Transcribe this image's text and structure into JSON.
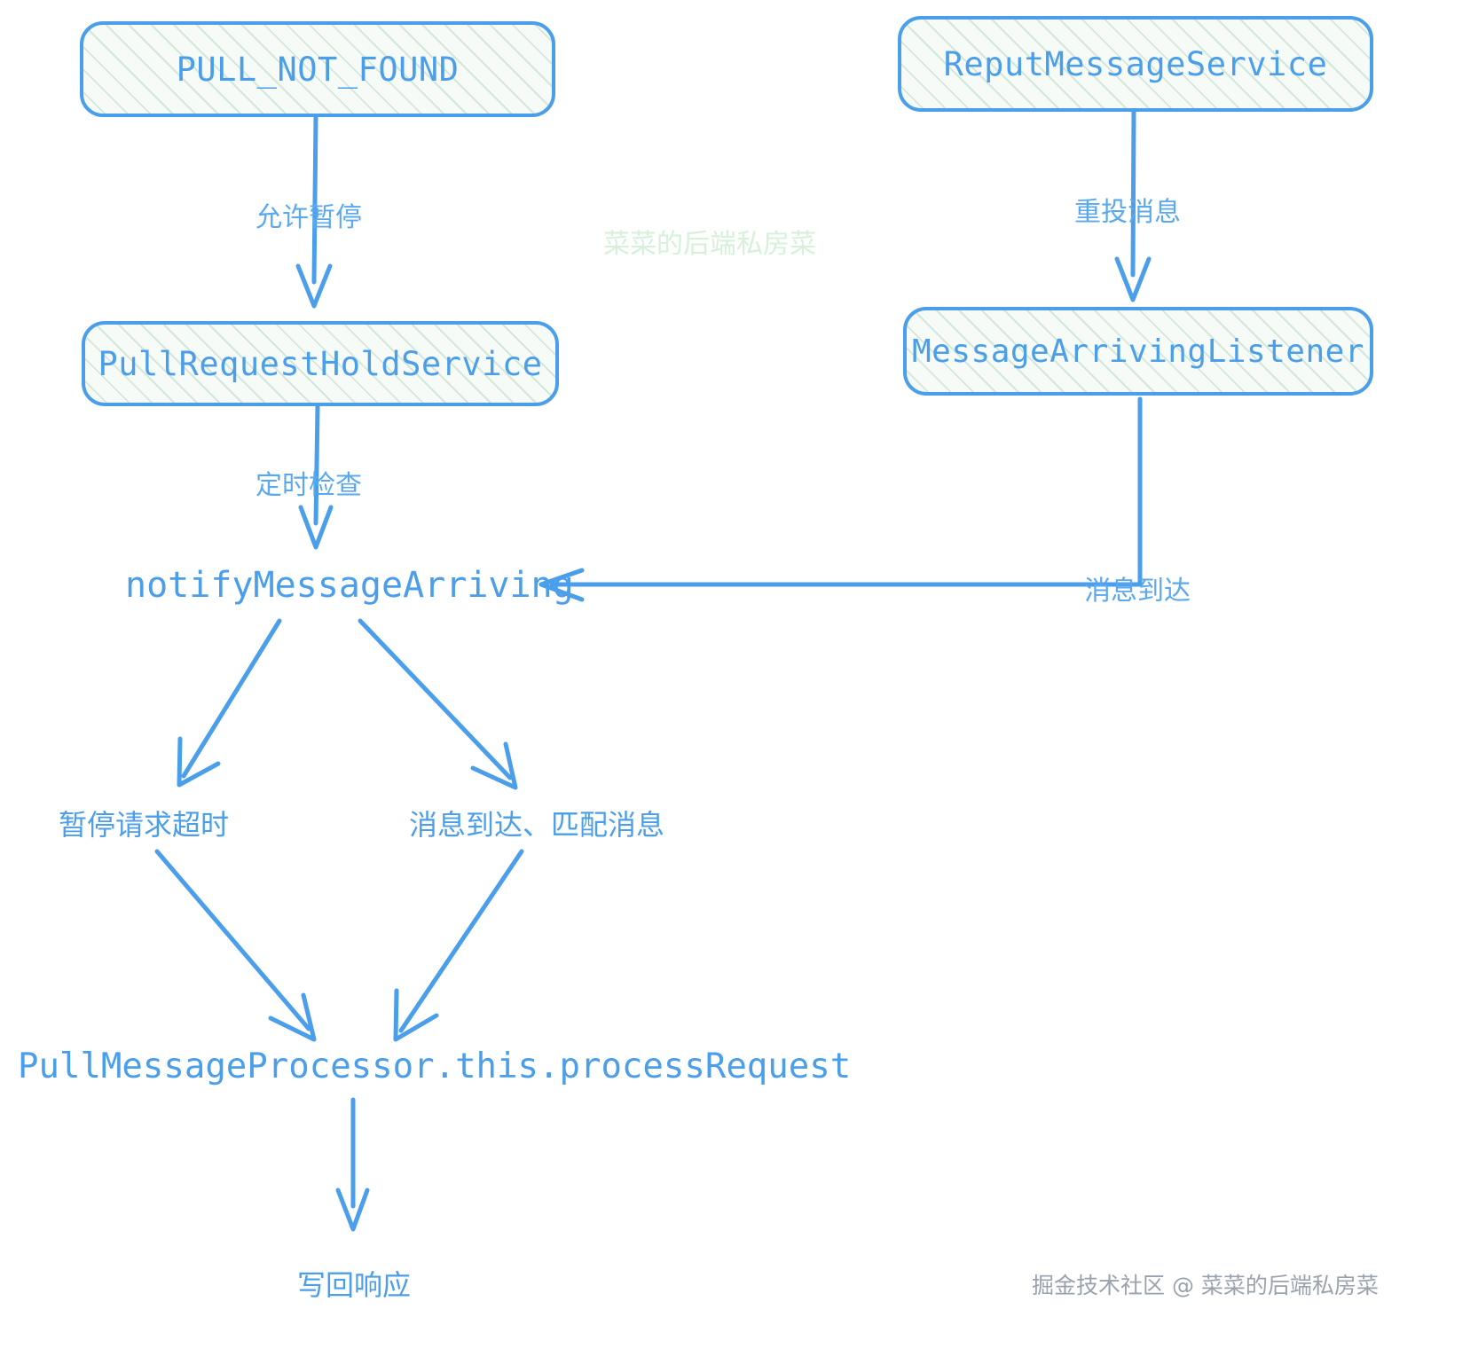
{
  "diagram": {
    "title": "RocketMQ long-polling pull request flow",
    "accent_color": "#4a9eea",
    "hatch_color": "#8fc4a2",
    "background": "#ffffff",
    "nodes": [
      {
        "id": "pull_not_found",
        "label": "PULL_NOT_FOUND",
        "shape": "rounded-box"
      },
      {
        "id": "reput_message_service",
        "label": "ReputMessageService",
        "shape": "rounded-box"
      },
      {
        "id": "pull_request_hold_service",
        "label": "PullRequestHoldService",
        "shape": "rounded-box"
      },
      {
        "id": "message_arriving_listener",
        "label": "MessageArrivingListener",
        "shape": "rounded-box"
      },
      {
        "id": "notify_message_arriving",
        "label": "notifyMessageArriving",
        "shape": "text"
      },
      {
        "id": "pause_request_timeout",
        "label": "暂停请求超时",
        "shape": "text"
      },
      {
        "id": "message_arrived_matched",
        "label": "消息到达、匹配消息",
        "shape": "text"
      },
      {
        "id": "process_request",
        "label": "PullMessageProcessor.this.processRequest",
        "shape": "text"
      },
      {
        "id": "write_response",
        "label": "写回响应",
        "shape": "text"
      }
    ],
    "edges": [
      {
        "id": "e1",
        "from": "pull_not_found",
        "to": "pull_request_hold_service",
        "label": "允许暂停"
      },
      {
        "id": "e2",
        "from": "reput_message_service",
        "to": "message_arriving_listener",
        "label": "重投消息"
      },
      {
        "id": "e3",
        "from": "pull_request_hold_service",
        "to": "notify_message_arriving",
        "label": "定时检查"
      },
      {
        "id": "e4",
        "from": "message_arriving_listener",
        "to": "notify_message_arriving",
        "label": "消息到达"
      },
      {
        "id": "e5",
        "from": "notify_message_arriving",
        "to": "pause_request_timeout",
        "label": ""
      },
      {
        "id": "e6",
        "from": "notify_message_arriving",
        "to": "message_arrived_matched",
        "label": ""
      },
      {
        "id": "e7",
        "from": "pause_request_timeout",
        "to": "process_request",
        "label": ""
      },
      {
        "id": "e8",
        "from": "message_arrived_matched",
        "to": "process_request",
        "label": ""
      },
      {
        "id": "e9",
        "from": "process_request",
        "to": "write_response",
        "label": ""
      }
    ],
    "watermark_center": "菜菜的后端私房菜",
    "watermark_corner": "掘金技术社区 @ 菜菜的后端私房菜"
  }
}
